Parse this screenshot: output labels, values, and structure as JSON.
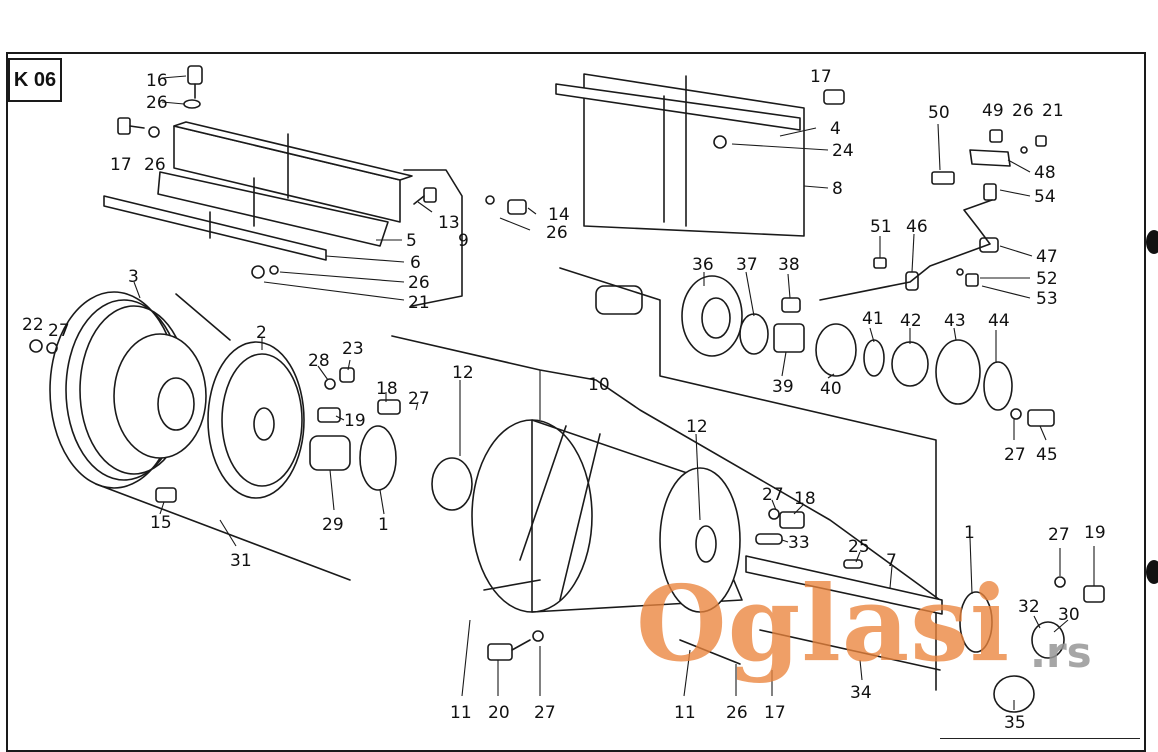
{
  "sheet": {
    "code": "K 06",
    "bottom_code": ""
  },
  "watermark": {
    "brand": "Oglasi",
    "tld": ".rs",
    "brand_color": "#eb843c"
  },
  "callouts": [
    {
      "id": "c1",
      "text": "16"
    },
    {
      "id": "c2",
      "text": "26"
    },
    {
      "id": "c3",
      "text": "17"
    },
    {
      "id": "c4",
      "text": "26"
    },
    {
      "id": "c5",
      "text": "13"
    },
    {
      "id": "c6",
      "text": "14"
    },
    {
      "id": "c7",
      "text": "26"
    },
    {
      "id": "c8",
      "text": "5"
    },
    {
      "id": "c9",
      "text": "9"
    },
    {
      "id": "c10",
      "text": "6"
    },
    {
      "id": "c11",
      "text": "26"
    },
    {
      "id": "c12",
      "text": "21"
    },
    {
      "id": "c13",
      "text": "17"
    },
    {
      "id": "c14",
      "text": "4"
    },
    {
      "id": "c15",
      "text": "24"
    },
    {
      "id": "c16",
      "text": "8"
    },
    {
      "id": "c17",
      "text": "50"
    },
    {
      "id": "c18",
      "text": "49"
    },
    {
      "id": "c19",
      "text": "26"
    },
    {
      "id": "c20",
      "text": "21"
    },
    {
      "id": "c21",
      "text": "48"
    },
    {
      "id": "c22",
      "text": "54"
    },
    {
      "id": "c23",
      "text": "51"
    },
    {
      "id": "c24",
      "text": "46"
    },
    {
      "id": "c25",
      "text": "47"
    },
    {
      "id": "c26",
      "text": "52"
    },
    {
      "id": "c27",
      "text": "53"
    },
    {
      "id": "c28",
      "text": "36"
    },
    {
      "id": "c29",
      "text": "37"
    },
    {
      "id": "c30",
      "text": "38"
    },
    {
      "id": "c31",
      "text": "39"
    },
    {
      "id": "c32",
      "text": "40"
    },
    {
      "id": "c33",
      "text": "41"
    },
    {
      "id": "c34",
      "text": "42"
    },
    {
      "id": "c35",
      "text": "43"
    },
    {
      "id": "c36",
      "text": "44"
    },
    {
      "id": "c37",
      "text": "45"
    },
    {
      "id": "c38",
      "text": "27"
    },
    {
      "id": "c39",
      "text": "3"
    },
    {
      "id": "c40",
      "text": "22"
    },
    {
      "id": "c41",
      "text": "27"
    },
    {
      "id": "c42",
      "text": "2"
    },
    {
      "id": "c43",
      "text": "28"
    },
    {
      "id": "c44",
      "text": "23"
    },
    {
      "id": "c45",
      "text": "18"
    },
    {
      "id": "c46",
      "text": "27"
    },
    {
      "id": "c47",
      "text": "12"
    },
    {
      "id": "c48",
      "text": "10"
    },
    {
      "id": "c49",
      "text": "19"
    },
    {
      "id": "c50",
      "text": "29"
    },
    {
      "id": "c51",
      "text": "1"
    },
    {
      "id": "c52",
      "text": "15"
    },
    {
      "id": "c53",
      "text": "31"
    },
    {
      "id": "c54",
      "text": "12"
    },
    {
      "id": "c55",
      "text": "27"
    },
    {
      "id": "c56",
      "text": "18"
    },
    {
      "id": "c57",
      "text": "33"
    },
    {
      "id": "c58",
      "text": "25"
    },
    {
      "id": "c59",
      "text": "7"
    },
    {
      "id": "c60",
      "text": "1"
    },
    {
      "id": "c61",
      "text": "27"
    },
    {
      "id": "c62",
      "text": "19"
    },
    {
      "id": "c63",
      "text": "32"
    },
    {
      "id": "c64",
      "text": "30"
    },
    {
      "id": "c65",
      "text": "11"
    },
    {
      "id": "c66",
      "text": "20"
    },
    {
      "id": "c67",
      "text": "27"
    },
    {
      "id": "c68",
      "text": "11"
    },
    {
      "id": "c69",
      "text": "26"
    },
    {
      "id": "c70",
      "text": "17"
    },
    {
      "id": "c71",
      "text": "34"
    },
    {
      "id": "c72",
      "text": "35"
    }
  ]
}
